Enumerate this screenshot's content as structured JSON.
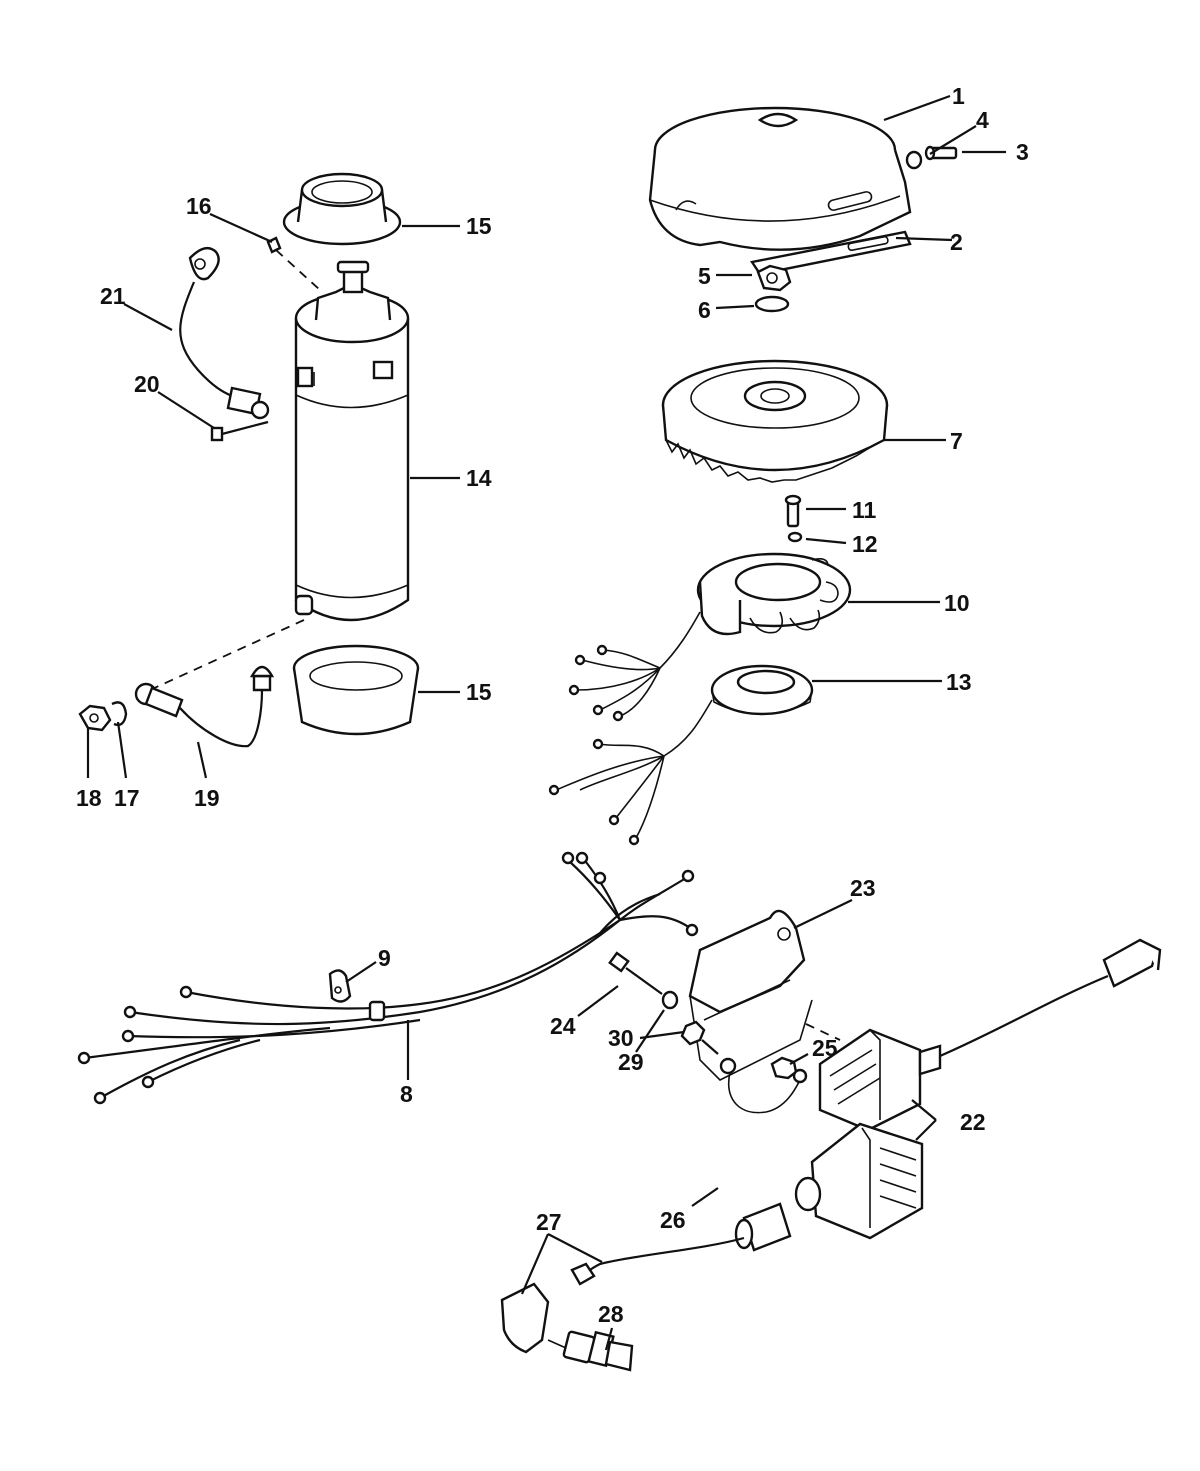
{
  "callouts": [
    {
      "id": "1",
      "text": "1"
    },
    {
      "id": "2",
      "text": "2"
    },
    {
      "id": "3",
      "text": "3"
    },
    {
      "id": "4",
      "text": "4"
    },
    {
      "id": "5",
      "text": "5"
    },
    {
      "id": "6",
      "text": "6"
    },
    {
      "id": "7",
      "text": "7"
    },
    {
      "id": "8",
      "text": "8"
    },
    {
      "id": "9",
      "text": "9"
    },
    {
      "id": "10",
      "text": "10"
    },
    {
      "id": "11",
      "text": "11"
    },
    {
      "id": "12",
      "text": "12"
    },
    {
      "id": "13",
      "text": "13"
    },
    {
      "id": "14",
      "text": "14"
    },
    {
      "id": "15a",
      "text": "15"
    },
    {
      "id": "15b",
      "text": "15"
    },
    {
      "id": "16",
      "text": "16"
    },
    {
      "id": "17",
      "text": "17"
    },
    {
      "id": "18",
      "text": "18"
    },
    {
      "id": "19",
      "text": "19"
    },
    {
      "id": "20",
      "text": "20"
    },
    {
      "id": "21",
      "text": "21"
    },
    {
      "id": "22",
      "text": "22"
    },
    {
      "id": "23",
      "text": "23"
    },
    {
      "id": "24",
      "text": "24"
    },
    {
      "id": "25",
      "text": "25"
    },
    {
      "id": "26",
      "text": "26"
    },
    {
      "id": "27",
      "text": "27"
    },
    {
      "id": "28",
      "text": "28"
    },
    {
      "id": "29",
      "text": "29"
    },
    {
      "id": "30",
      "text": "30"
    }
  ]
}
